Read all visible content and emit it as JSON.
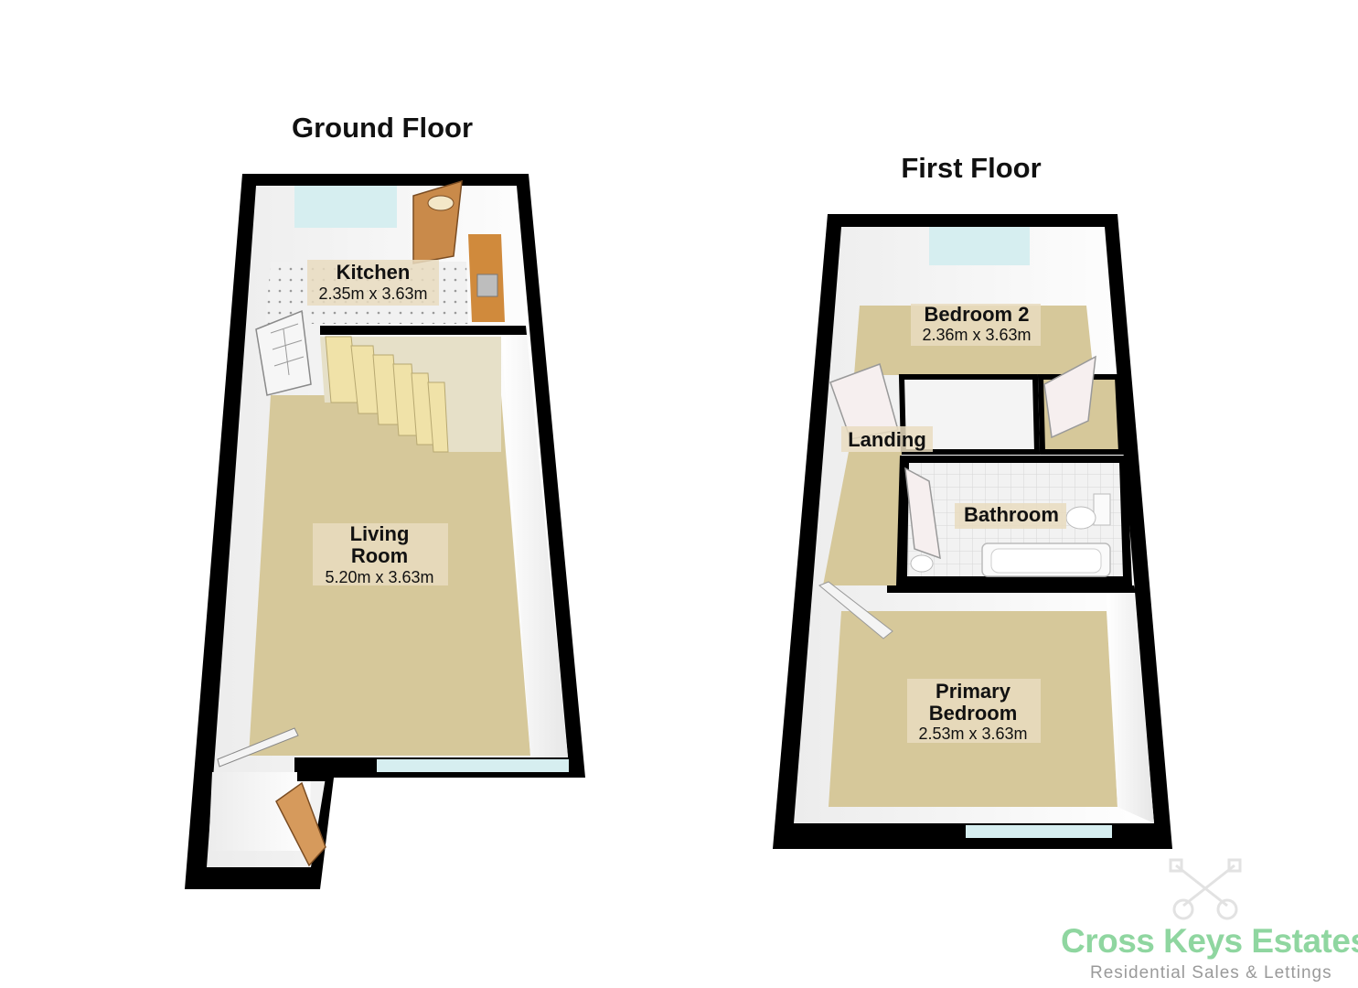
{
  "ground_floor": {
    "title": "Ground Floor",
    "rooms": [
      {
        "name": "Kitchen",
        "dimensions": "2.35m x 3.63m"
      },
      {
        "name_lines": [
          "Living",
          "Room"
        ],
        "dimensions": "5.20m x 3.63m"
      }
    ]
  },
  "first_floor": {
    "title": "First Floor",
    "rooms": [
      {
        "name": "Bedroom 2",
        "dimensions": "2.36m x 3.63m"
      },
      {
        "name": "Landing"
      },
      {
        "name": "Bathroom"
      },
      {
        "name_lines": [
          "Primary",
          "Bedroom"
        ],
        "dimensions": "2.53m x 3.63m"
      }
    ]
  },
  "branding": {
    "name": "Cross Keys Estates",
    "tagline": "Residential Sales & Lettings",
    "logo_icon": "crossed-keys-icon"
  },
  "colors": {
    "wall": "#000000",
    "carpet": "#d6c89a",
    "inner_wall": "#f4f4f4",
    "door": "#c98a4a",
    "window": "#d6eef0",
    "brand": "#8fd6a0"
  }
}
